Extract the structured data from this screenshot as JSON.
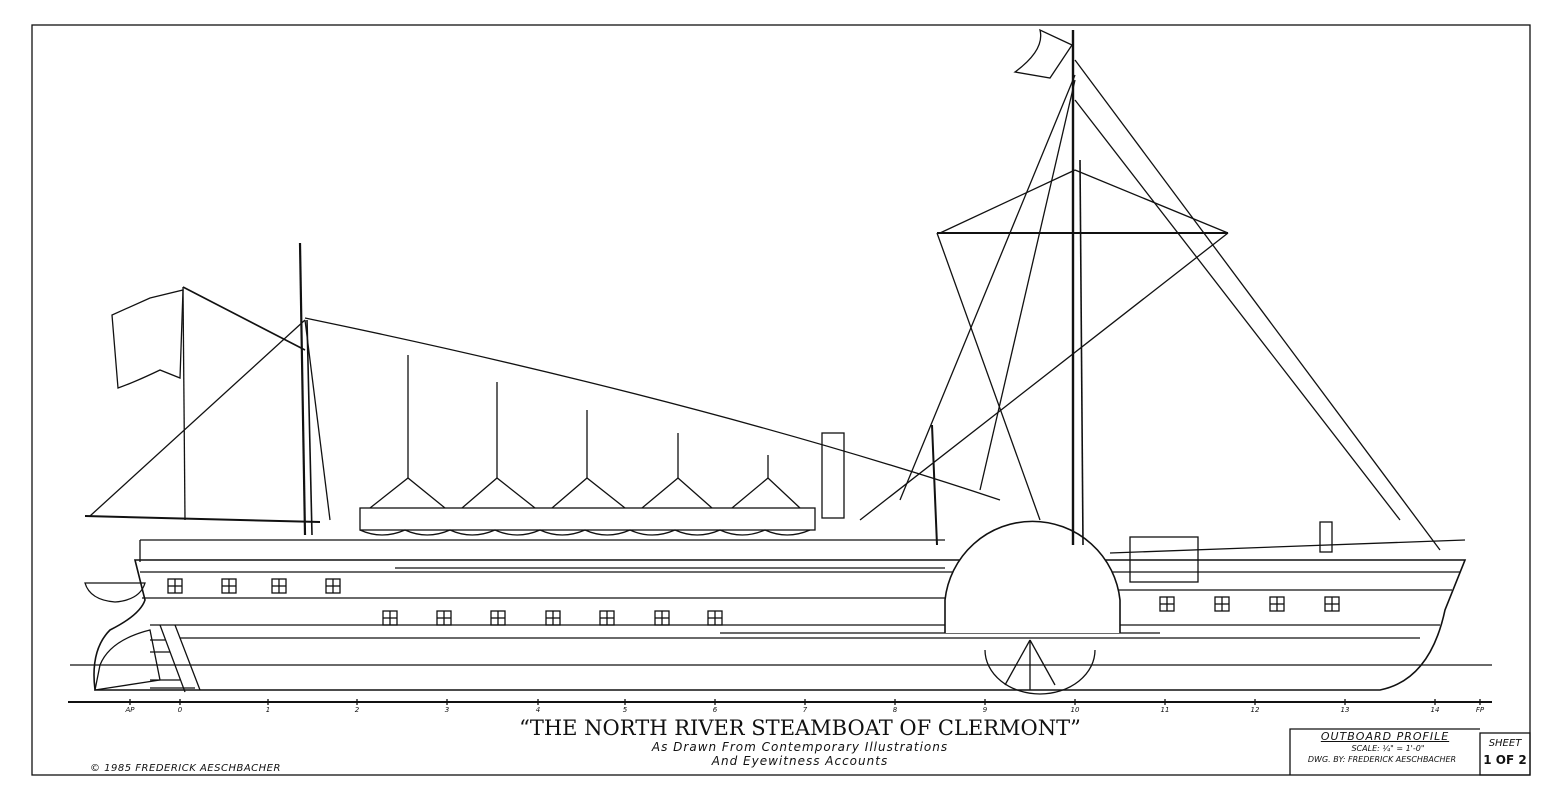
{
  "drawing": {
    "title": "“THE NORTH RIVER STEAMBOAT OF CLERMONT”",
    "subtitle_line1": "As Drawn From Contemporary Illustrations",
    "subtitle_line2": "And Eyewitness Accounts",
    "copyright": "© 1985 FREDERICK AESCHBACHER",
    "stations": [
      "AP",
      "0",
      "1",
      "2",
      "3",
      "4",
      "5",
      "6",
      "7",
      "8",
      "9",
      "10",
      "11",
      "12",
      "13",
      "14",
      "FP"
    ]
  },
  "title_block": {
    "view": "OUTBOARD PROFILE",
    "scale": "SCALE: ¼\" = 1'-0\"",
    "drawn_by": "DWG. BY: FREDERICK AESCHBACHER",
    "sheet_label": "SHEET",
    "sheet_number": "1 OF 2"
  },
  "colors": {
    "ink": "#111111",
    "paper": "#ffffff"
  }
}
